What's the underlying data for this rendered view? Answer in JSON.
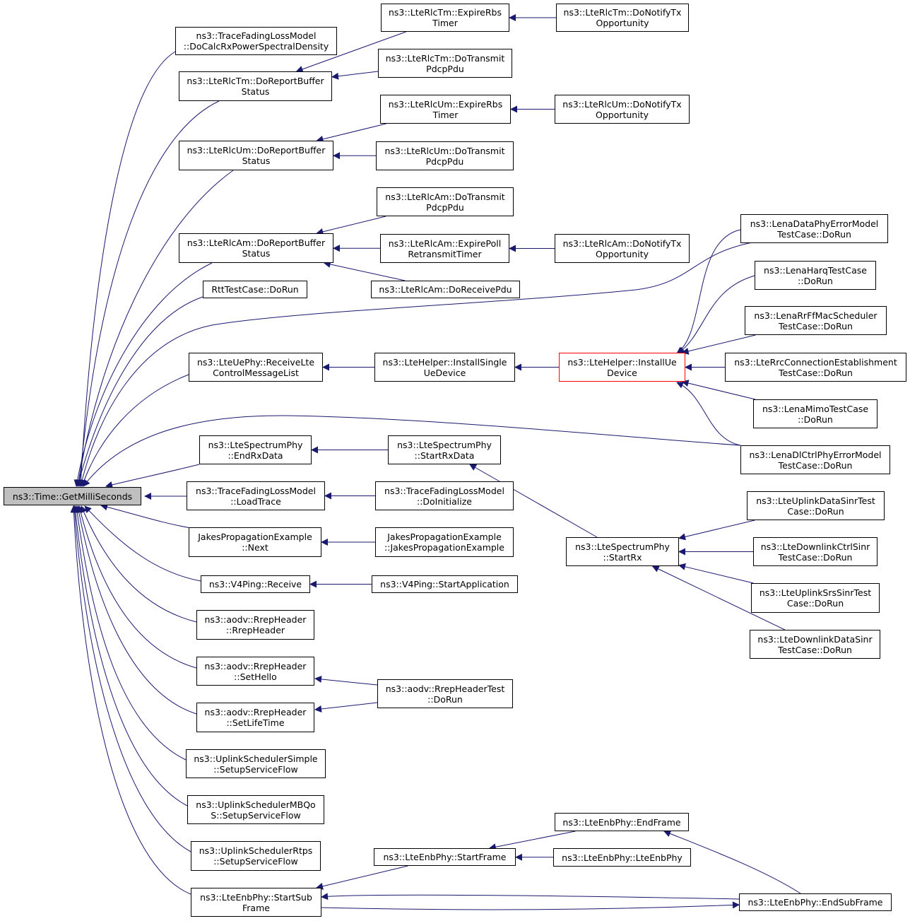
{
  "colors": {
    "edge": "#191970",
    "node_border": "#000000",
    "root_fill": "#bfbfbf",
    "highlight_border": "#ff0000"
  },
  "nodes": {
    "n0": {
      "label": "ns3::Time::GetMilliSeconds"
    },
    "n1": {
      "label": "ns3::TraceFadingLossModel\n::DoCalcRxPowerSpectralDensity"
    },
    "n2": {
      "label": "ns3::LteRlcTm::DoReportBuffer\nStatus"
    },
    "n3": {
      "label": "ns3::LteRlcTm::ExpireRbs\nTimer"
    },
    "n4": {
      "label": "ns3::LteRlcTm::DoNotifyTx\nOpportunity"
    },
    "n5": {
      "label": "ns3::LteRlcTm::DoTransmit\nPdcpPdu"
    },
    "n6": {
      "label": "ns3::LteRlcUm::DoReportBuffer\nStatus"
    },
    "n7": {
      "label": "ns3::LteRlcUm::ExpireRbs\nTimer"
    },
    "n8": {
      "label": "ns3::LteRlcUm::DoNotifyTx\nOpportunity"
    },
    "n9": {
      "label": "ns3::LteRlcUm::DoTransmit\nPdcpPdu"
    },
    "n10": {
      "label": "ns3::LteRlcAm::DoReportBuffer\nStatus"
    },
    "n11": {
      "label": "ns3::LteRlcAm::DoTransmit\nPdcpPdu"
    },
    "n12": {
      "label": "ns3::LteRlcAm::ExpirePoll\nRetransmitTimer"
    },
    "n13": {
      "label": "ns3::LteRlcAm::DoNotifyTx\nOpportunity"
    },
    "n14": {
      "label": "ns3::LteRlcAm::DoReceivePdu"
    },
    "n15": {
      "label": "RttTestCase::DoRun"
    },
    "n16": {
      "label": "ns3::LteUePhy::ReceiveLte\nControlMessageList"
    },
    "n17": {
      "label": "ns3::LteHelper::InstallSingle\nUeDevice"
    },
    "n18": {
      "label": "ns3::LteHelper::InstallUe\nDevice"
    },
    "n19": {
      "label": "ns3::LenaDataPhyErrorModel\nTestCase::DoRun"
    },
    "n20": {
      "label": "ns3::LenaHarqTestCase\n::DoRun"
    },
    "n21": {
      "label": "ns3::LenaRrFfMacScheduler\nTestCase::DoRun"
    },
    "n22": {
      "label": "ns3::LteRrcConnectionEstablishment\nTestCase::DoRun"
    },
    "n23": {
      "label": "ns3::LenaMimoTestCase\n::DoRun"
    },
    "n24": {
      "label": "ns3::LenaDlCtrlPhyErrorModel\nTestCase::DoRun"
    },
    "n25": {
      "label": "ns3::LteSpectrumPhy\n::EndRxData"
    },
    "n26": {
      "label": "ns3::LteSpectrumPhy\n::StartRxData"
    },
    "n27": {
      "label": "ns3::LteSpectrumPhy\n::StartRx"
    },
    "n28": {
      "label": "ns3::LteUplinkDataSinrTest\nCase::DoRun"
    },
    "n29": {
      "label": "ns3::LteDownlinkCtrlSinr\nTestCase::DoRun"
    },
    "n30": {
      "label": "ns3::LteUplinkSrsSinrTest\nCase::DoRun"
    },
    "n31": {
      "label": "ns3::LteDownlinkDataSinr\nTestCase::DoRun"
    },
    "n32": {
      "label": "ns3::TraceFadingLossModel\n::LoadTrace"
    },
    "n33": {
      "label": "ns3::TraceFadingLossModel\n::DoInitialize"
    },
    "n34": {
      "label": "JakesPropagationExample\n::Next"
    },
    "n35": {
      "label": "JakesPropagationExample\n::JakesPropagationExample"
    },
    "n36": {
      "label": "ns3::V4Ping::Receive"
    },
    "n37": {
      "label": "ns3::V4Ping::StartApplication"
    },
    "n38": {
      "label": "ns3::aodv::RrepHeader\n::RrepHeader"
    },
    "n39": {
      "label": "ns3::aodv::RrepHeader\n::SetHello"
    },
    "n40": {
      "label": "ns3::aodv::RrepHeaderTest\n::DoRun"
    },
    "n41": {
      "label": "ns3::aodv::RrepHeader\n::SetLifeTime"
    },
    "n42": {
      "label": "ns3::UplinkSchedulerSimple\n::SetupServiceFlow"
    },
    "n43": {
      "label": "ns3::UplinkSchedulerMBQo\nS::SetupServiceFlow"
    },
    "n44": {
      "label": "ns3::UplinkSchedulerRtps\n::SetupServiceFlow"
    },
    "n45": {
      "label": "ns3::LteEnbPhy::StartSub\nFrame"
    },
    "n46": {
      "label": "ns3::LteEnbPhy::StartFrame"
    },
    "n47": {
      "label": "ns3::LteEnbPhy::EndFrame"
    },
    "n48": {
      "label": "ns3::LteEnbPhy::LteEnbPhy"
    },
    "n49": {
      "label": "ns3::LteEnbPhy::EndSubFrame"
    }
  },
  "edges": [
    [
      "n1",
      "n0"
    ],
    [
      "n2",
      "n0"
    ],
    [
      "n6",
      "n0"
    ],
    [
      "n10",
      "n0"
    ],
    [
      "n15",
      "n0"
    ],
    [
      "n19",
      "n0"
    ],
    [
      "n16",
      "n0"
    ],
    [
      "n24",
      "n0"
    ],
    [
      "n25",
      "n0"
    ],
    [
      "n32",
      "n0"
    ],
    [
      "n34",
      "n0"
    ],
    [
      "n36",
      "n0"
    ],
    [
      "n38",
      "n0"
    ],
    [
      "n39",
      "n0"
    ],
    [
      "n41",
      "n0"
    ],
    [
      "n42",
      "n0"
    ],
    [
      "n43",
      "n0"
    ],
    [
      "n44",
      "n0"
    ],
    [
      "n45",
      "n0"
    ],
    [
      "n3",
      "n2"
    ],
    [
      "n5",
      "n2"
    ],
    [
      "n4",
      "n3"
    ],
    [
      "n7",
      "n6"
    ],
    [
      "n9",
      "n6"
    ],
    [
      "n8",
      "n7"
    ],
    [
      "n11",
      "n10"
    ],
    [
      "n12",
      "n10"
    ],
    [
      "n14",
      "n10"
    ],
    [
      "n13",
      "n12"
    ],
    [
      "n17",
      "n16"
    ],
    [
      "n18",
      "n17"
    ],
    [
      "n19",
      "n18"
    ],
    [
      "n20",
      "n18"
    ],
    [
      "n21",
      "n18"
    ],
    [
      "n22",
      "n18"
    ],
    [
      "n23",
      "n18"
    ],
    [
      "n24",
      "n18"
    ],
    [
      "n26",
      "n25"
    ],
    [
      "n27",
      "n26"
    ],
    [
      "n28",
      "n27"
    ],
    [
      "n29",
      "n27"
    ],
    [
      "n30",
      "n27"
    ],
    [
      "n31",
      "n27"
    ],
    [
      "n33",
      "n32"
    ],
    [
      "n35",
      "n34"
    ],
    [
      "n37",
      "n36"
    ],
    [
      "n40",
      "n39"
    ],
    [
      "n40",
      "n41"
    ],
    [
      "n46",
      "n45"
    ],
    [
      "n49",
      "n45"
    ],
    [
      "n47",
      "n46"
    ],
    [
      "n48",
      "n46"
    ],
    [
      "n49",
      "n47"
    ],
    [
      "n45",
      "n49"
    ]
  ]
}
